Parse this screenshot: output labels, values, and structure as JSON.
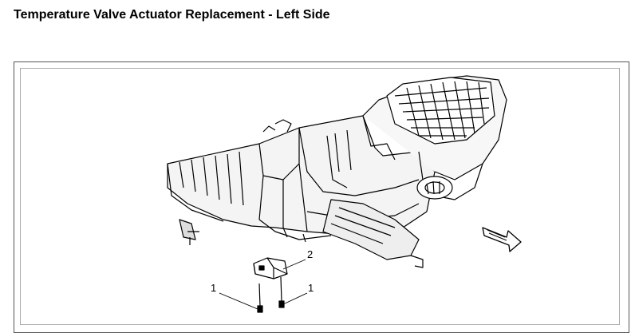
{
  "document": {
    "title": "Temperature Valve Actuator Replacement - Left Side"
  },
  "figure": {
    "callouts": [
      {
        "id": "fastener-left",
        "label": "1"
      },
      {
        "id": "actuator",
        "label": "2"
      },
      {
        "id": "fastener-right",
        "label": "1"
      }
    ],
    "direction_indicator_icon": "front-arrow-icon"
  }
}
